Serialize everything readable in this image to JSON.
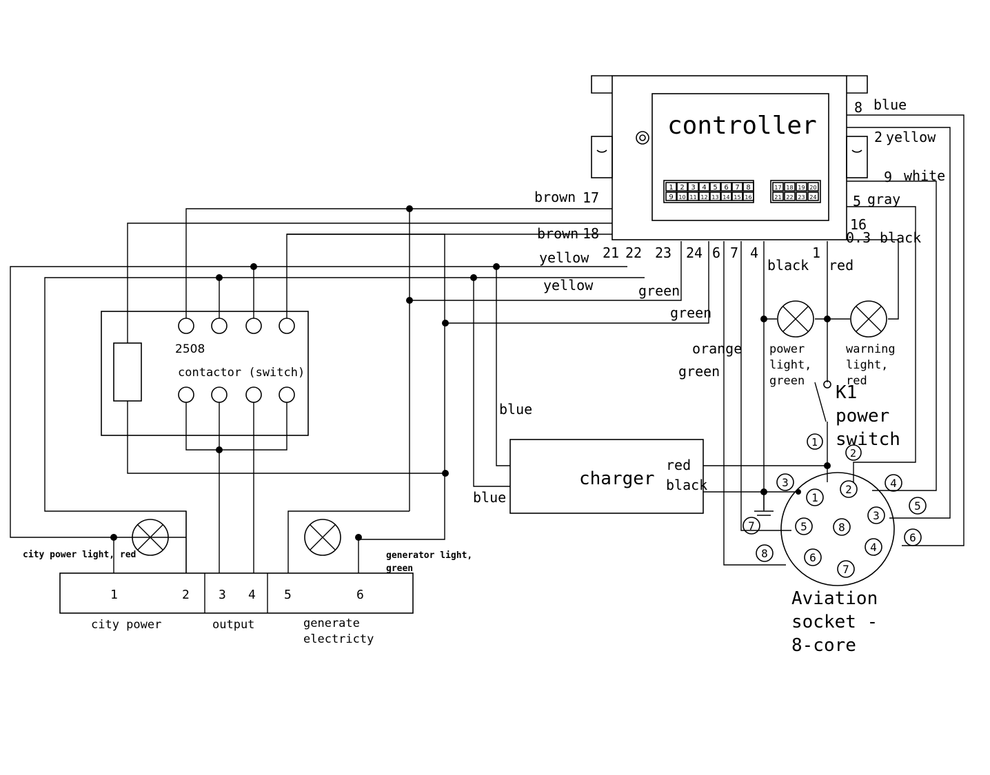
{
  "controller": {
    "title": "controller",
    "pins_block1_top": [
      "1",
      "2",
      "3",
      "4",
      "5",
      "6",
      "7",
      "8"
    ],
    "pins_block1_bottom": [
      "9",
      "10",
      "11",
      "12",
      "13",
      "14",
      "15",
      "16"
    ],
    "pins_block2_top": [
      "17",
      "18",
      "19",
      "20"
    ],
    "pins_block2_bottom": [
      "21",
      "22",
      "23",
      "24"
    ],
    "bottom_pins": [
      "21",
      "22",
      "23",
      "24",
      "6",
      "7",
      "4",
      "1"
    ],
    "right_labels": [
      "8",
      "blue",
      "2",
      "yellow",
      "9",
      "white",
      "5",
      "gray",
      "16",
      "0.3",
      "black"
    ],
    "left_labels": [
      "brown",
      "17",
      "brown",
      "18"
    ]
  },
  "wires": {
    "yellow1": "yellow",
    "yellow2": "yellow",
    "green1": "green",
    "green2": "green",
    "orange": "orange",
    "green3": "green",
    "black": "black",
    "red": "red",
    "blue1": "blue",
    "blue2": "blue"
  },
  "contactor": {
    "code": "2508",
    "label": "contactor (switch)"
  },
  "charger": {
    "label": "charger",
    "red": "red",
    "black": "black"
  },
  "lamps": {
    "power_light": [
      "power",
      "light,",
      "green"
    ],
    "warning_light": [
      "warning",
      "light,",
      "red"
    ],
    "city_light": "city power light, red",
    "generator_light": [
      "generator light,",
      "green"
    ]
  },
  "switch": {
    "lines": [
      "K1",
      "power",
      "switch"
    ],
    "n1": "1",
    "n2": "2"
  },
  "terminal": {
    "numbers": [
      "1",
      "2",
      "3",
      "4",
      "5",
      "6"
    ],
    "groups": [
      "city power",
      "output",
      "generate",
      "electricty"
    ]
  },
  "socket": {
    "title": [
      "Aviation",
      "socket -",
      "8-core"
    ],
    "inner": [
      "1",
      "2",
      "3",
      "4",
      "5",
      "6",
      "7",
      "8"
    ],
    "outer": [
      "3",
      "4",
      "5",
      "6",
      "7",
      "8"
    ]
  }
}
